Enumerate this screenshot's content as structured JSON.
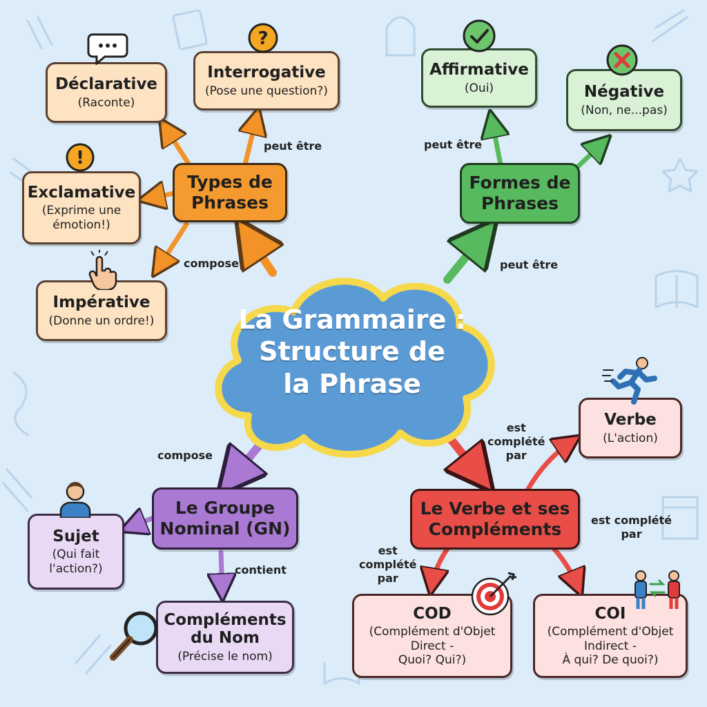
{
  "center": {
    "line1": "La Grammaire :",
    "line2": "Structure de",
    "line3": "la Phrase"
  },
  "types": {
    "hub_line1": "Types de",
    "hub_line2": "Phrases",
    "declarative": {
      "title": "Déclarative",
      "sub": "(Raconte)"
    },
    "interrogative": {
      "title": "Interrogative",
      "sub": "(Pose une question?)"
    },
    "exclamative": {
      "title": "Exclamative",
      "sub1": "(Exprime une",
      "sub2": "émotion!)"
    },
    "imperative": {
      "title": "Impérative",
      "sub": "(Donne un ordre!)"
    }
  },
  "formes": {
    "hub_line1": "Formes de",
    "hub_line2": "Phrases",
    "affirmative": {
      "title": "Affirmative",
      "sub": "(Oui)"
    },
    "negative": {
      "title": "Négative",
      "sub": "(Non, ne...pas)"
    }
  },
  "gn": {
    "hub_line1": "Le Groupe",
    "hub_line2": "Nominal (GN)",
    "sujet": {
      "title": "Sujet",
      "sub1": "(Qui fait",
      "sub2": "l'action?)"
    },
    "complements": {
      "title1": "Compléments",
      "title2": "du Nom",
      "sub": "(Précise le nom)"
    }
  },
  "verbe": {
    "hub_line1": "Le Verbe et ses",
    "hub_line2": "Compléments",
    "verbe": {
      "title": "Verbe",
      "sub": "(L'action)"
    },
    "cod": {
      "title": "COD",
      "sub1": "(Complément d'Objet",
      "sub2": "Direct -",
      "sub3": "Quoi? Qui?)"
    },
    "coi": {
      "title": "COI",
      "sub1": "(Complément d'Objet",
      "sub2": "Indirect -",
      "sub3": "À qui? De quoi?)"
    }
  },
  "labels": {
    "types_peut_etre": "peut être",
    "types_compose": "compose",
    "formes_peut_etre_top": "peut être",
    "formes_peut_etre": "peut être",
    "gn_compose": "compose",
    "gn_contient": "contient",
    "verbe_est_complete_l1": "est",
    "verbe_est_complete_l2": "complété",
    "verbe_est_complete_l3": "par",
    "cod_est_complete_l1": "est",
    "cod_est_complete_l2": "complété",
    "cod_est_complete_l3": "par",
    "coi_est_complete_l1": "est complété",
    "coi_est_complete_l2": "par"
  },
  "icons": {
    "speech": "speech-bubble-icon",
    "question": "question-mark-icon",
    "exclamation": "exclamation-mark-icon",
    "hand": "pointing-hand-icon",
    "check": "check-mark-icon",
    "cross": "cross-mark-icon",
    "person": "person-icon",
    "magnifier": "magnifying-glass-icon",
    "runner": "running-person-icon",
    "target": "target-icon",
    "exchange": "people-exchange-icon"
  },
  "colors": {
    "background": "#dcecf9",
    "cloud": "#5b9bd5",
    "cloud_border": "#f6d94a",
    "orange": "#f59a2e",
    "green": "#58ba5e",
    "purple": "#a979d3",
    "red": "#e84e47"
  }
}
